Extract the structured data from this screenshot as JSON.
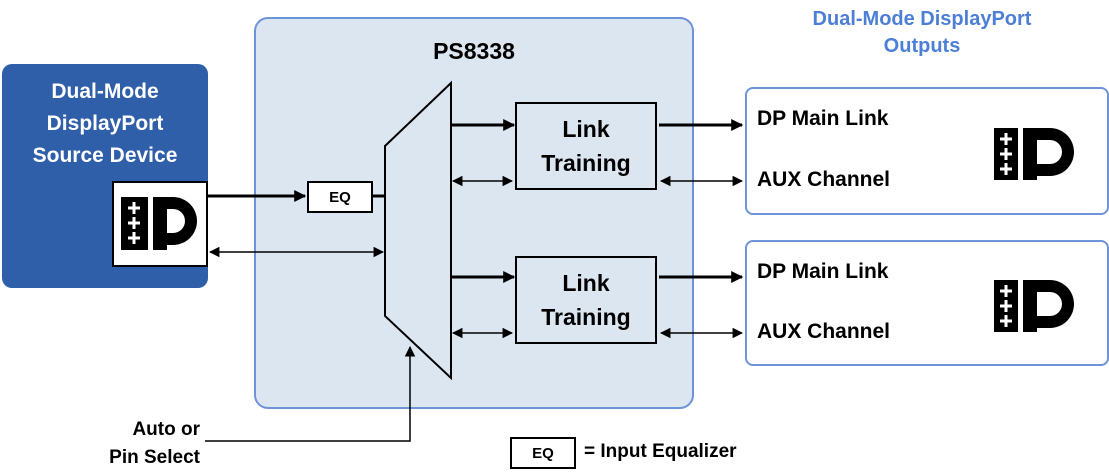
{
  "source": {
    "label": "Dual-Mode\nDisplayPort\nSource Device",
    "logo_icon": "displayport-logo-icon"
  },
  "chip": {
    "label": "PS8338",
    "mux_icon": "multiplexer-icon"
  },
  "blocks": {
    "eq_label": "EQ",
    "link_training_1": "Link\nTraining",
    "link_training_2": "Link\nTraining"
  },
  "outputs": {
    "title": "Dual-Mode DisplayPort\nOutputs",
    "items": [
      {
        "main_link": "DP Main Link",
        "aux": "AUX Channel",
        "logo_icon": "displayport-logo-icon"
      },
      {
        "main_link": "DP Main Link",
        "aux": "AUX Channel",
        "logo_icon": "displayport-logo-icon"
      }
    ]
  },
  "select_label": "Auto or\nPin Select",
  "legend": {
    "box": "EQ",
    "text": "= Input Equalizer"
  },
  "colors": {
    "source_fill": "#2f5fa8",
    "chip_fill": "#dce6f1",
    "chip_border": "#6f93d8",
    "title_blue": "#4d7fd6"
  }
}
